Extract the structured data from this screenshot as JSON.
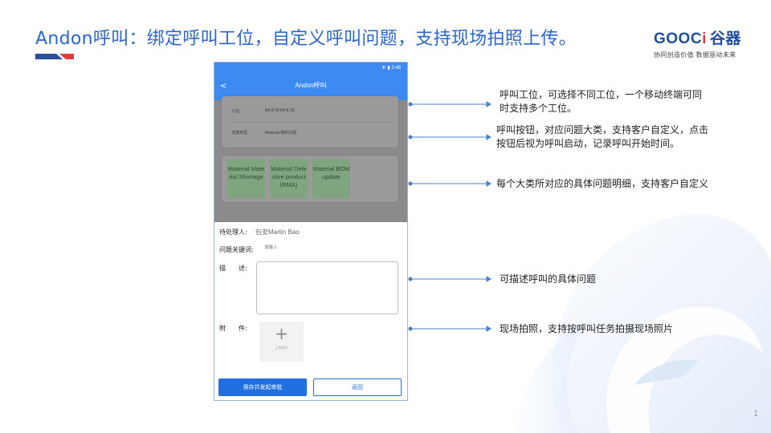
{
  "slide": {
    "title": "Andon呼叫：绑定呼叫工位，自定义呼叫问题，支持现场拍照上传。",
    "page_number": "1"
  },
  "logo": {
    "brand_latin": "GOOC",
    "brand_accent": "i",
    "brand_cn": "谷器",
    "tagline": "协同创造价值 数据驱动未来"
  },
  "colors": {
    "title_blue": "#2b66c9",
    "app_bar_blue": "#3d8bf2",
    "button_blue": "#1f6fe0",
    "category_green": "#7fa57f",
    "leader_blue": "#4a7fc8",
    "accent_red": "#e23b3b"
  },
  "phone": {
    "status_time": "2:48",
    "app_bar": {
      "back_icon": "chevron-left-icon",
      "title": "Andon呼叫"
    },
    "station_card": {
      "station_label": "工位:",
      "station_value": "BA 8 03 BA 8 03",
      "type_label": "求援类型:",
      "type_value": "Material 物料问题"
    },
    "category_buttons": [
      {
        "label": "Material Material Shortage"
      },
      {
        "label": "Material Defective product(RMA)"
      },
      {
        "label": "Material BOM update"
      }
    ],
    "form": {
      "handler_label": "待处理人:",
      "handler_value": "包安Martin Bao",
      "keyword_label": "问题关键词:",
      "keyword_placeholder": "请输入",
      "desc_label": "描　　述:",
      "attach_label": "附　　件:",
      "upload_hint": "上传照片"
    },
    "buttons": {
      "submit": "保存并发起审批",
      "back": "返回"
    }
  },
  "annotations": [
    {
      "line1": "呼叫工位，可选择不同工位，一个移动终端可同",
      "line2": "时支持多个工位。"
    },
    {
      "line1": "呼叫按钮，对应问题大类，支持客户自定义，点击",
      "line2": "按钮后视为呼叫启动，记录呼叫开始时间。"
    },
    {
      "line1": "每个大类所对应的具体问题明细，支持客户自定义",
      "line2": ""
    },
    {
      "line1": "可描述呼叫的具体问题",
      "line2": ""
    },
    {
      "line1": "现场拍照，支持按呼叫任务拍摄现场照片",
      "line2": ""
    }
  ]
}
